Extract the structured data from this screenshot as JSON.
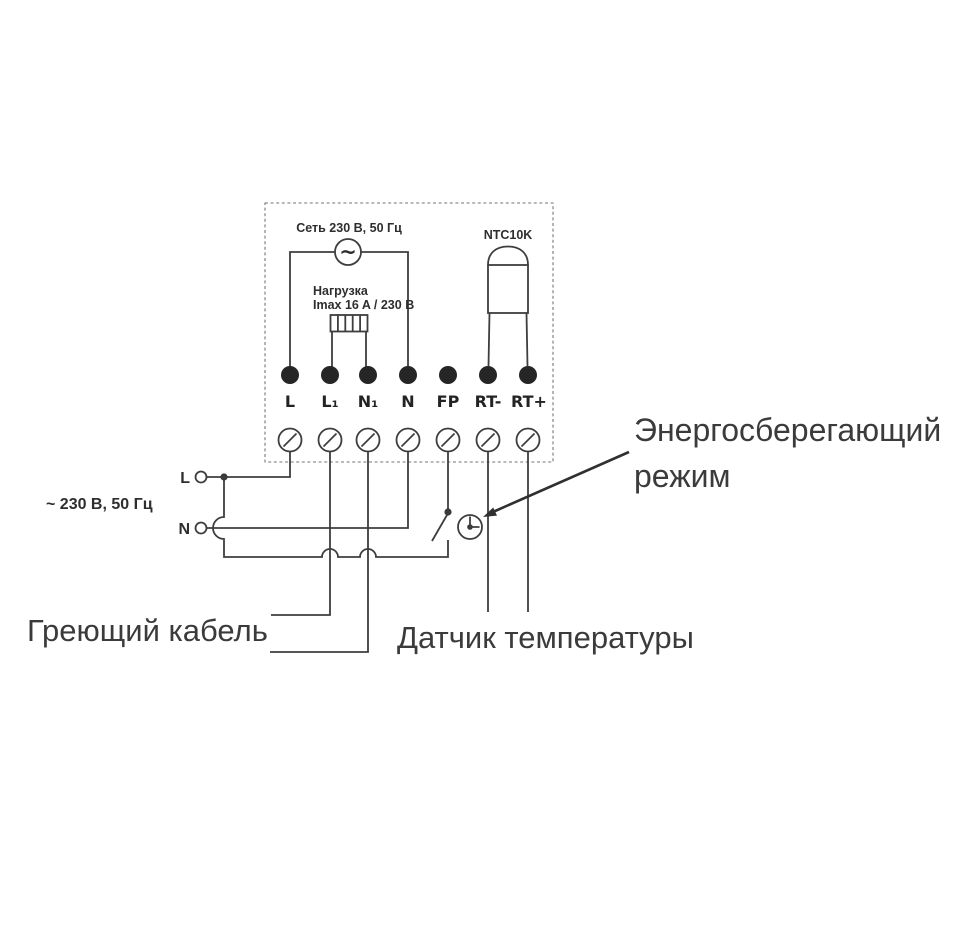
{
  "colors": {
    "wire": "#3e3e3e",
    "terminal_dot": "#262626",
    "small_label_ink": "#2e2e2e",
    "caption_ink": "#3b3b3b",
    "background": "#ffffff"
  },
  "device_box": {
    "mains_label": "Сеть 230 В, 50 Гц",
    "sine_symbol": "~",
    "load_label_line1": "Нагрузка",
    "load_label_line2": "Imax 16 A / 230 В",
    "sensor_label": "NTC10K",
    "terminals": [
      "L",
      "L₁",
      "N₁",
      "N",
      "FP",
      "RT-",
      "RT+"
    ]
  },
  "external": {
    "line_label": "L",
    "neutral_label": "N",
    "mains_rating": "~ 230 В, 50 Гц",
    "heating_cable_label": "Греющий кабель",
    "temp_sensor_label": "Датчик температуры",
    "energy_mode_line1": "Энергосберегающий",
    "energy_mode_line2": "режим"
  }
}
